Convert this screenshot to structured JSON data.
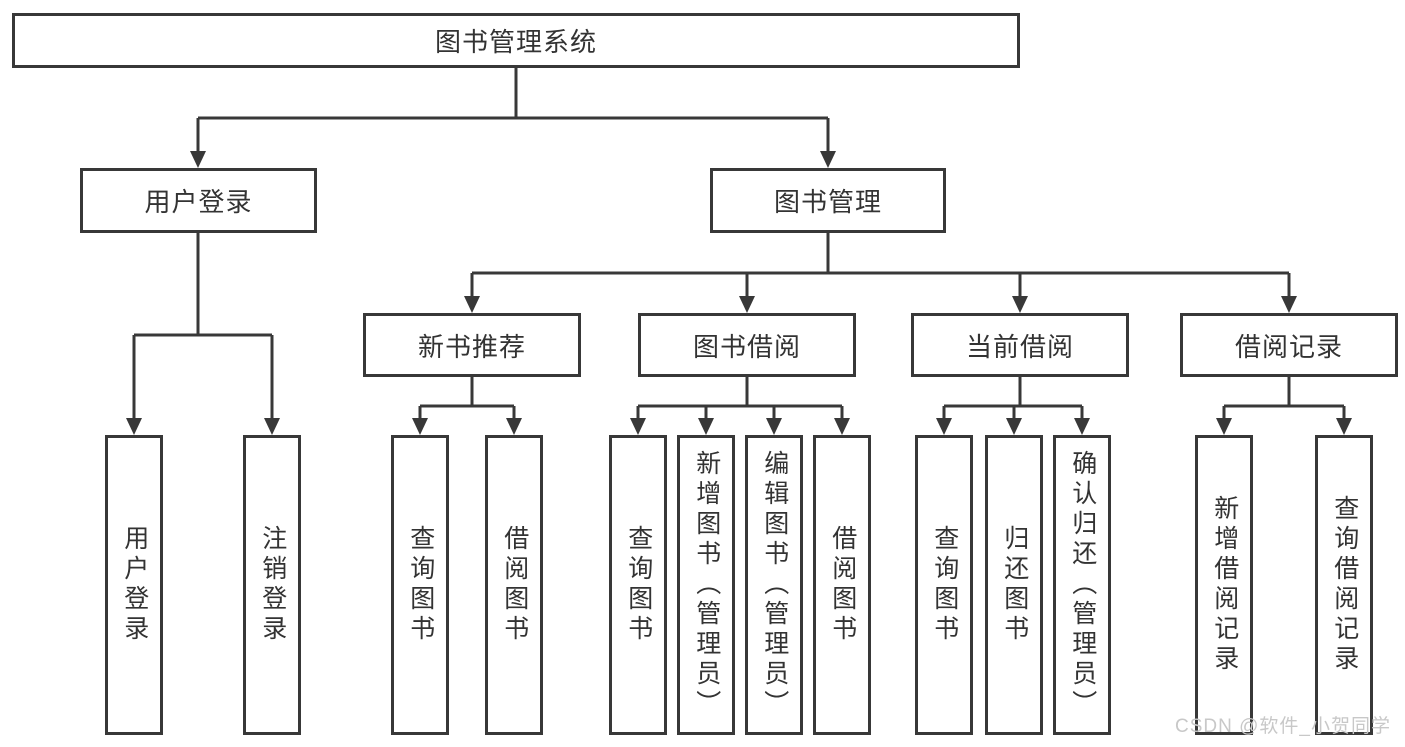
{
  "diagram": {
    "title": "图书管理系统",
    "level2": [
      {
        "label": "用户登录"
      },
      {
        "label": "图书管理"
      }
    ],
    "level3": [
      {
        "label": "新书推荐"
      },
      {
        "label": "图书借阅"
      },
      {
        "label": "当前借阅"
      },
      {
        "label": "借阅记录"
      }
    ],
    "leaves": {
      "user": [
        "用户登录",
        "注销登录"
      ],
      "recommend": [
        "查询图书",
        "借阅图书"
      ],
      "borrow": [
        "查询图书",
        "新增图书（管理员）",
        "编辑图书（管理员）",
        "借阅图书"
      ],
      "current": [
        "查询图书",
        "归还图书",
        "确认归还（管理员）"
      ],
      "records": [
        "新增借阅记录",
        "查询借阅记录"
      ]
    }
  },
  "colors": {
    "line": "#383838",
    "text": "#333333",
    "background": "#ffffff",
    "watermark": "#c8c8c8"
  },
  "watermark": {
    "text": "CSDN @软件_小贺同学"
  }
}
